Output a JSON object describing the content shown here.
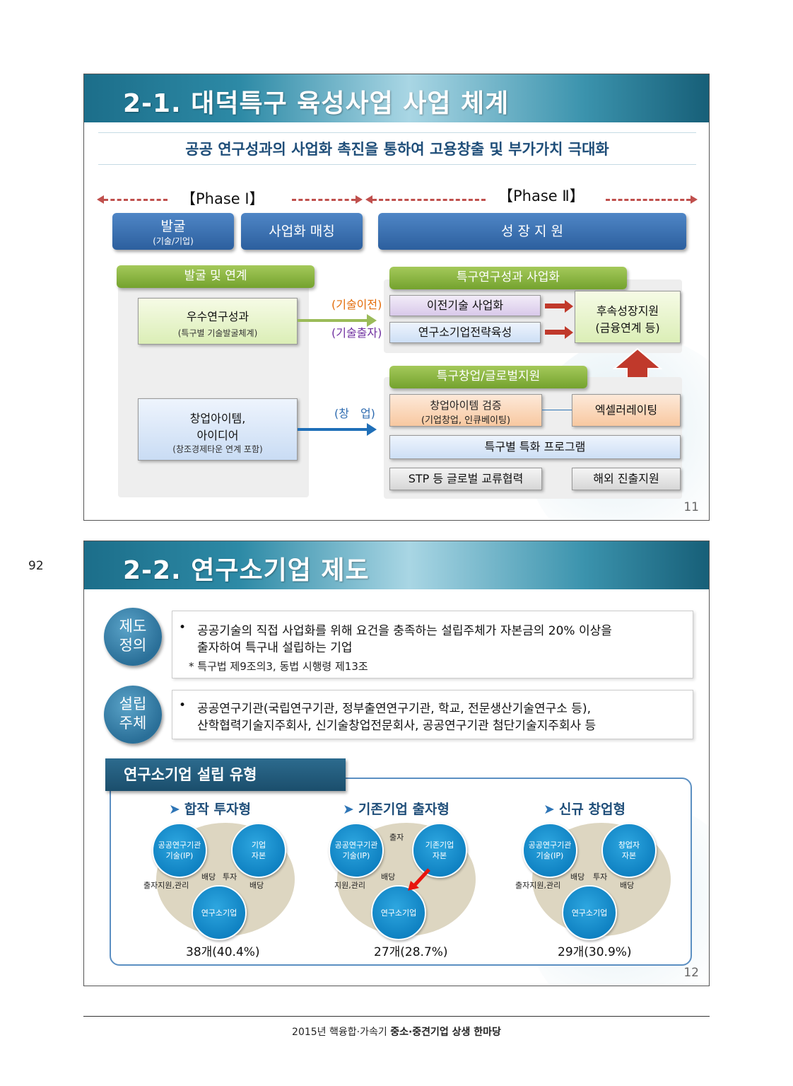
{
  "page_number": "92",
  "slide1": {
    "title": "2-1. 대덕특구 육성사업 사업 체계",
    "subtitle": "공공 연구성과의 사업화 촉진을 통하여 고용창출 및 부가가치 극대화",
    "phase1": "【Phase Ⅰ】",
    "phase2": "【Phase Ⅱ】",
    "buttons": {
      "discover_main": "발굴",
      "discover_sub": "(기술/기업)",
      "matching": "사업화 매칭",
      "growth": "성 장 지 원"
    },
    "left_tab": "발굴 및 연계",
    "research_box": {
      "main": "우수연구성과",
      "sub": "(특구별 기술발굴체계)"
    },
    "idea_box": {
      "line1": "창업아이템,",
      "line2": "아이디어",
      "sub": "(창조경제타운 연계 포함)"
    },
    "labels": {
      "tech_transfer": "(기술이전)",
      "tech_invest": "(기술출자)",
      "startup": "(창　업)"
    },
    "commercial_tab": "특구연구성과 사업화",
    "transfer_box": "이전기술 사업화",
    "research_company_box": "연구소기업전략육성",
    "followup_box": {
      "line1": "후속성장지원",
      "line2": "(금융연계 등)"
    },
    "startup_tab": "특구창업/글로벌지원",
    "verify_box": {
      "line1": "창업아이템 검증",
      "line2": "(기업창업, 인큐베이팅)"
    },
    "accelerating_box": "엑셀러레이팅",
    "special_program_box": "특구별 특화 프로그램",
    "stp_box": "STP 등 글로벌 교류협력",
    "overseas_box": "해외 진출지원",
    "slide_number": "11"
  },
  "slide2": {
    "title": "2-2. 연구소기업 제도",
    "definition": {
      "label_line1": "제도",
      "label_line2": "정의",
      "bullet": "•",
      "text_line1": "공공기술의 직접 사업화를 위해 요건을 충족하는 설립주체가 자본금의 20% 이상을",
      "text_line2": "출자하여 특구내 설립하는 기업",
      "note": "* 특구법 제9조의3, 동법 시행령 제13조"
    },
    "founder": {
      "label_line1": "설립",
      "label_line2": "주체",
      "bullet": "•",
      "text_line1": "공공연구기관(국립연구기관, 정부출연연구기관, 학교, 전문생산기술연구소 등),",
      "text_line2": "산학협력기술지주회사, 신기술창업전문회사, 공공연구기관 첨단기술지주회사 등"
    },
    "types_title": "연구소기업 설립 유형",
    "types": [
      {
        "title": "합작 투자형",
        "node_ip": "공공연구기관\n기술(IP)",
        "node_partner": "기업\n자본",
        "node_company": "연구소기업",
        "label_a": "배당",
        "label_b": "투자",
        "label_c": "출자지원,관리",
        "label_d": "배당",
        "value": "38개(40.4%)"
      },
      {
        "title": "기존기업 출자형",
        "node_ip": "공공연구기관\n기술(IP)",
        "node_partner": "기존기업\n자본",
        "node_company": "연구소기업",
        "label_top": "출자",
        "label_a": "배당",
        "label_c": "지원,관리",
        "value": "27개(28.7%)"
      },
      {
        "title": "신규 창업형",
        "node_ip": "공공연구기관\n기술(IP)",
        "node_partner": "창업자\n자본",
        "node_company": "연구소기업",
        "label_a": "배당",
        "label_b": "투자",
        "label_c": "출자지원,관리",
        "label_d": "배당",
        "value": "29개(30.9%)"
      }
    ],
    "slide_number": "12"
  },
  "footer": {
    "prefix": "2015년 핵융합·가속기 ",
    "bold": "중소·중견기업 상생 한마당"
  }
}
